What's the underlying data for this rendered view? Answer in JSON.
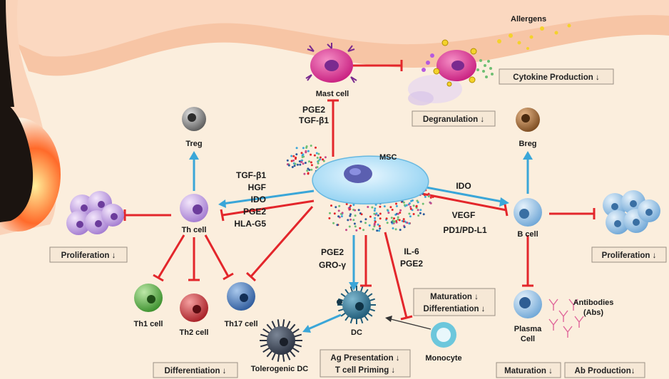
{
  "cells": {
    "mast": "Mast cell",
    "msc": "MSC",
    "treg": "Treg",
    "th": "Th cell",
    "th1": "Th1 cell",
    "th2": "Th2 cell",
    "th17": "Th17 cell",
    "dc": "DC",
    "tolerogenic_dc": "Tolerogenic  DC",
    "monocyte": "Monocyte",
    "breg": "Breg",
    "bcell": "B cell",
    "plasma_line1": "Plasma",
    "plasma_line2": "Cell",
    "antibodies_line1": "Antibodies",
    "antibodies_line2": "(Abs)",
    "allergens": "Allergens"
  },
  "factors": {
    "mast_1": "PGE2",
    "mast_2": "TGF-β1",
    "th_1": "TGF-β1",
    "th_2": "HGF",
    "th_3": "IDO",
    "th_4": "PGE2",
    "th_5": "HLA-G5",
    "dc_1": "PGE2",
    "dc_2": "GRO-γ",
    "mono_1": "IL-6",
    "mono_2": "PGE2",
    "b_ido": "IDO",
    "b_vegf": "VEGF",
    "b_pd1": "PD1/PD-L1"
  },
  "boxes": {
    "cytokine": "Cytokine Production ↓",
    "degranulation": "Degranulation ↓",
    "prolif_left": "Proliferation ↓",
    "prolif_right": "Proliferation ↓",
    "maturation_1": "Maturation ↓",
    "maturation_2": "Differentiation ↓",
    "differentiation": "Differentiation ↓",
    "ag_1": "Ag Presentation ↓",
    "ag_2": "T cell Priming ↓",
    "b_maturation": "Maturation ↓",
    "ab_production": "Ab Production↓"
  },
  "colors": {
    "inhibit": "#e3262b",
    "promote": "#3aa6d8",
    "background": "#fbeedd",
    "skin_band": "#f6c2a4"
  }
}
